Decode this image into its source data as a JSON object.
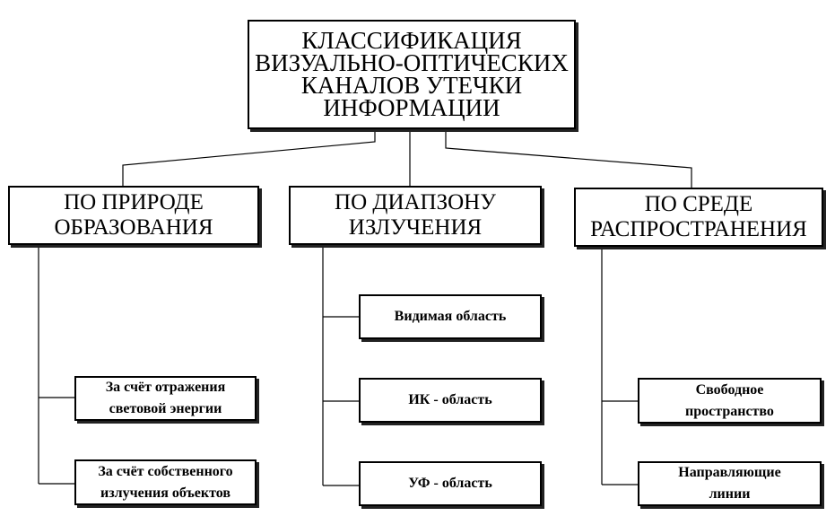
{
  "title": "КЛАССИФИКАЦИЯ\nВИЗУАЛЬНО-ОПТИЧЕСКИХ\nКАНАЛОВ УТЕЧКИ\nИНФОРМАЦИИ",
  "categories": [
    {
      "label": "ПО ПРИРОДЕ\nОБРАЗОВАНИЯ",
      "items": [
        "За счёт отражения\nсветовой энергии",
        "За счёт собственного\nизлучения объектов"
      ]
    },
    {
      "label": "ПО ДИАПЗОНУ\nИЗЛУЧЕНИЯ",
      "items": [
        "Видимая область",
        "ИК - область",
        "УФ - область"
      ]
    },
    {
      "label": "ПО СРЕДЕ\nРАСПРОСТРАНЕНИЯ",
      "items": [
        "Свободное\nпространство",
        "Направляющие\nлинии"
      ]
    }
  ]
}
